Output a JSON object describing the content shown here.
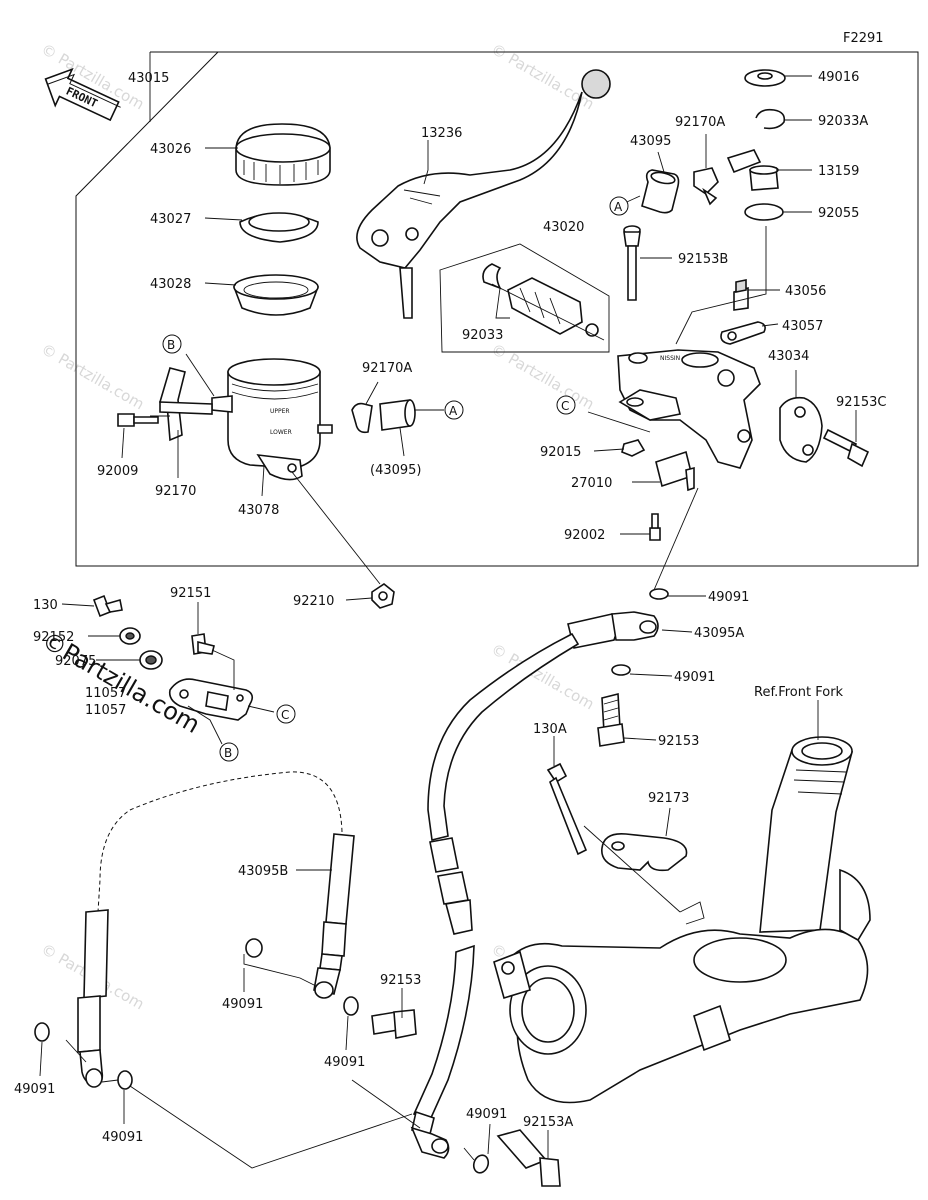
{
  "figure_code": "F2291",
  "front_label": "FRONT",
  "watermark": "© Partzilla.com",
  "watermark_dark": "©Partzilla.com",
  "ref_front_fork": "Ref.Front Fork",
  "callout_letters": {
    "a": "A",
    "b": "B",
    "c": "C"
  },
  "part_numbers": {
    "p43015": "43015",
    "p43026": "43026",
    "p43027": "43027",
    "p43028": "43028",
    "p13236": "13236",
    "p43095": "43095",
    "p92170A_top": "92170A",
    "p49016": "49016",
    "p92033A": "92033A",
    "p13159": "13159",
    "p92055": "92055",
    "p43020": "43020",
    "p92153B": "92153B",
    "p43056": "43056",
    "p43057": "43057",
    "p92033": "92033",
    "p43034": "43034",
    "p92153C": "92153C",
    "p92170A_mid": "92170A",
    "p43095_paren": "(43095)",
    "p92009": "92009",
    "p92170": "92170",
    "p43078": "43078",
    "p92015": "92015",
    "p27010": "27010",
    "p92002": "92002",
    "p92210": "92210",
    "p130": "130",
    "p92151": "92151",
    "p92152": "92152",
    "p92075": "92075",
    "p11057a": "11057",
    "p11057b": "11057",
    "p49091_a": "49091",
    "p43095A": "43095A",
    "p49091_b": "49091",
    "p130A": "130A",
    "p92153_a": "92153",
    "p92173": "92173",
    "p43095B": "43095B",
    "p49091_c": "49091",
    "p92153_b": "92153",
    "p49091_d": "49091",
    "p49091_e": "49091",
    "p49091_f": "49091",
    "p49091_g": "49091",
    "p92153A": "92153A"
  }
}
